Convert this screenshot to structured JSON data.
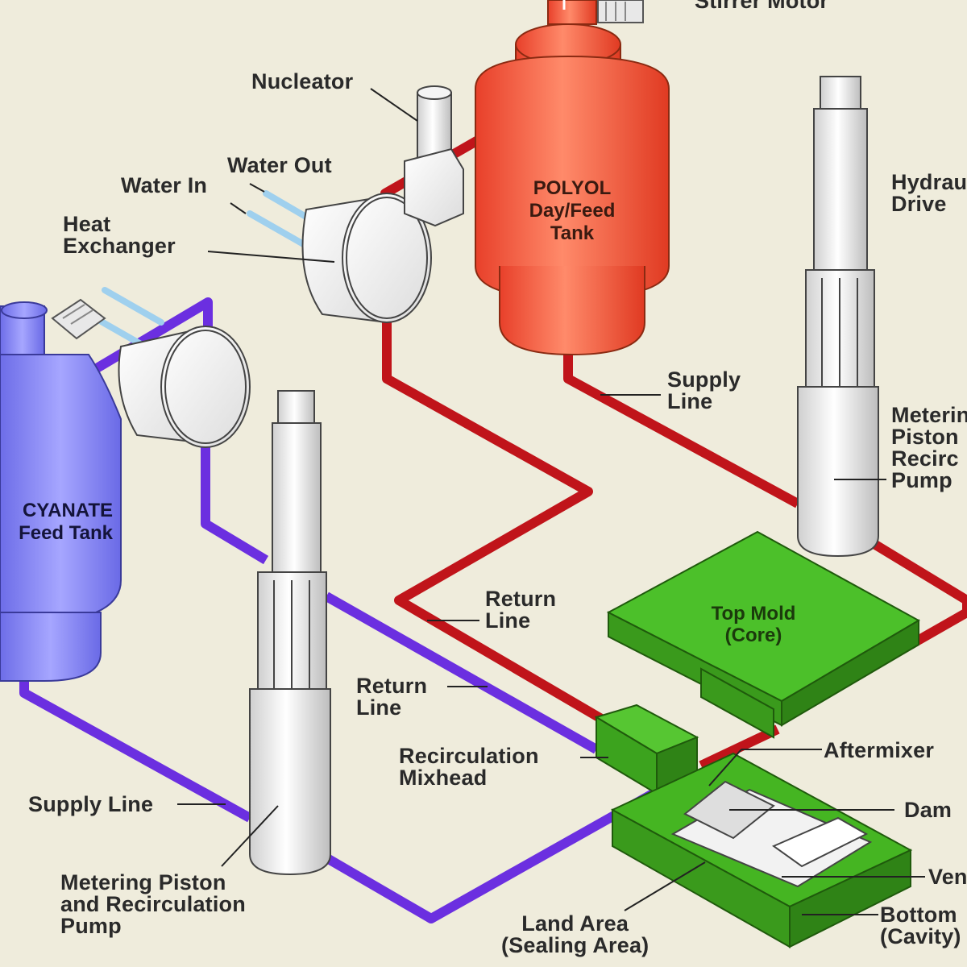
{
  "labels": {
    "stirrer_motor": "Stirrer Motor",
    "nucleator": "Nucleator",
    "water_out": "Water Out",
    "water_in": "Water In",
    "heat_exchanger": [
      "Heat",
      "Exchanger"
    ],
    "polyol_tank": [
      "POLYOL",
      "Day/Feed",
      "Tank"
    ],
    "hydraulic_drive": [
      "Hydraulic",
      "Drive"
    ],
    "supply_line_right": [
      "Supply",
      "Line"
    ],
    "metering_right": [
      "Metering",
      "Piston",
      "Recirc",
      "Pump"
    ],
    "isocyanate_tank": [
      "CYANATE",
      "Feed Tank"
    ],
    "return_line_red": [
      "Return",
      "Line"
    ],
    "return_line_blue": [
      "Return",
      "Line"
    ],
    "top_mold": [
      "Top Mold",
      "(Core)"
    ],
    "recirculation_mixhead": [
      "Recirculation",
      "Mixhead"
    ],
    "aftermixer": "Aftermixer",
    "dam": "Dam",
    "supply_line_left": "Supply Line",
    "vent": "Vent",
    "metering_left": [
      "Metering Piston",
      "and Recirculation",
      "Pump"
    ],
    "land_area": [
      "Land Area",
      "(Sealing Area)"
    ],
    "bottom_mold": [
      "Bottom",
      "(Cavity)"
    ]
  },
  "colors": {
    "background": "#efecdc",
    "polyol_line": "#c0141a",
    "isocyanate_line": "#6b2fe0",
    "polyol_tank": "#f0563a",
    "isocyanate_tank": "#7e7ef0",
    "mold": "#3fa81e",
    "water_pipe": "#9fd0ee"
  }
}
